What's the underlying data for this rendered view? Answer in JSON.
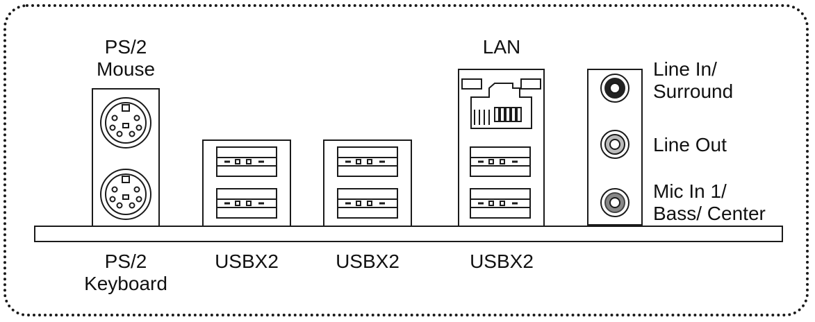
{
  "labels": {
    "ps2_mouse_line1": "PS/2",
    "ps2_mouse_line2": "Mouse",
    "ps2_keyboard_line1": "PS/2",
    "ps2_keyboard_line2": "Keyboard",
    "usb1": "USBX2",
    "usb2": "USBX2",
    "usb3": "USBX2",
    "lan": "LAN",
    "line_in_line1": "Line In/",
    "line_in_line2": "Surround",
    "line_out": "Line Out",
    "mic_in_line1": "Mic In 1/",
    "mic_in_line2": "Bass/ Center"
  },
  "icons": [
    "ps2-port-icon",
    "usb-port-icon",
    "rj45-lan-port-icon",
    "audio-jack-icon"
  ],
  "colors": {
    "stroke": "#1a1a1a",
    "background": "#ffffff",
    "jack_dark": "#222222",
    "jack_light": "#bbbbbb"
  }
}
